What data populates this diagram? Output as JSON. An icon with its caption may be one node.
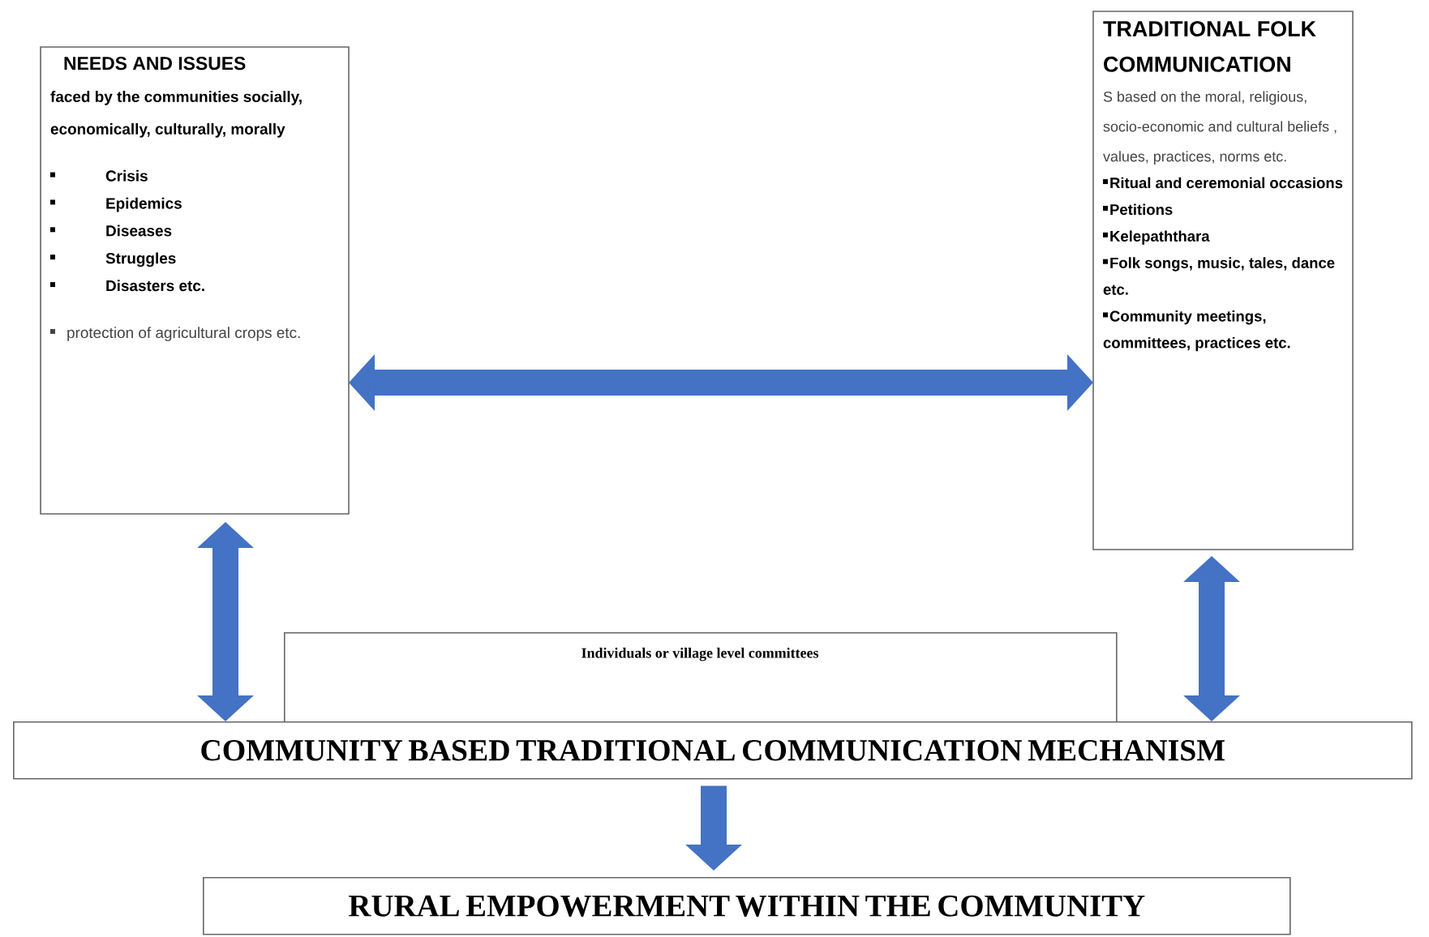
{
  "diagram": {
    "nodes": [
      {
        "text": [
          "NEEDS AND ISSUES",
          "faced by the communities socially, economically, culturally, morally",
          "Crisis",
          "Epidemics",
          "Diseases",
          "Struggles",
          "Disasters etc.",
          "protection of agricultural crops etc."
        ]
      },
      {
        "text": [
          "TRADITIONAL FOLK COMMUNICATION",
          "S based on the moral, religious, socio-economic and cultural beliefs , values, practices, norms etc.",
          "Ritual and ceremonial occasions",
          "Petitions",
          "Kelepaththara",
          "Folk songs, music, tales, dance etc.",
          "Community meetings, committees, practices etc."
        ]
      },
      {
        "text": [
          "Individuals or village level committees"
        ]
      },
      {
        "text": [
          "COMMUNITY BASED TRADITIONAL COMMUNICATION MECHANISM"
        ]
      },
      {
        "text": [
          "RURAL EMPOWERMENT WITHIN THE COMMUNITY"
        ]
      }
    ],
    "edges": [
      {
        "from": 0,
        "to": 1,
        "arrow": "both"
      },
      {
        "from": 0,
        "to": 3,
        "arrow": "both"
      },
      {
        "from": 1,
        "to": 3,
        "arrow": "both"
      },
      {
        "from": 3,
        "to": 4,
        "arrow": "to"
      }
    ]
  }
}
